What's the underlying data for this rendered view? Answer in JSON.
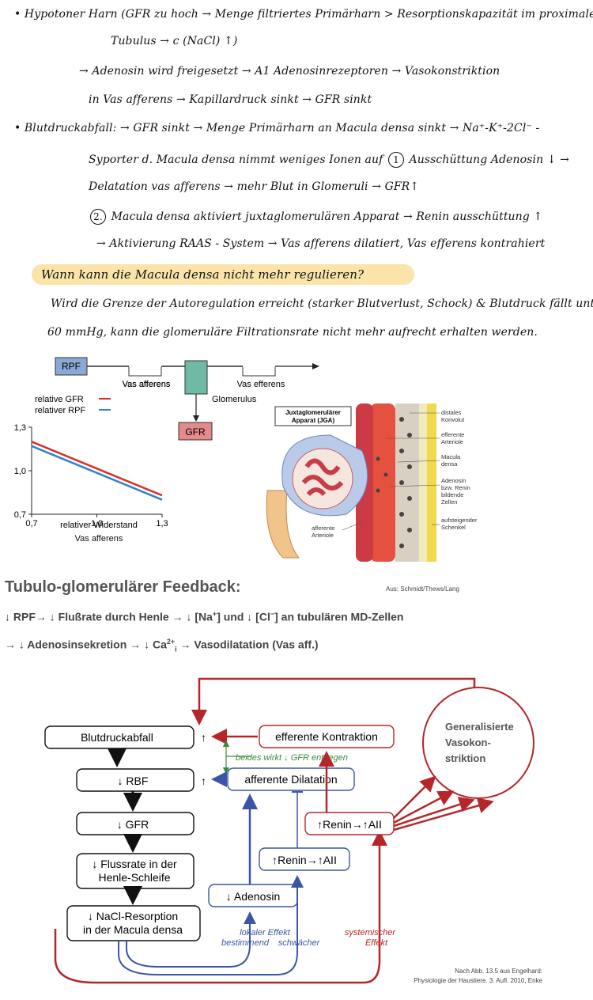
{
  "notes": {
    "line1": "• Hypotoner Harn (GFR zu hoch → Menge filtriertes Primärharn > Resorptionskapazität im proximalen",
    "line2": "Tubulus → c (NaCl) ↑)",
    "line3": "→ Adenosin wird freigesetzt → A1 Adenosinrezeptoren → Vasokonstriktion",
    "line4": "in Vas afferens → Kapillardruck sinkt → GFR sinkt",
    "line5": "• Blutdruckabfall: → GFR sinkt → Menge Primärharn an Macula densa sinkt → Na⁺-K⁺-2Cl⁻ -",
    "line6a": "Syporter d. Macula densa nimmt weniges Ionen auf",
    "line6_num": "1",
    "line6b": "Ausschüttung Adenosin ↓ →",
    "line7": "Delatation vas afferens → mehr Blut in Glomeruli → GFR↑",
    "line8_num": "2.",
    "line8": "Macula densa aktiviert juxtaglomerulären Apparat → Renin ausschüttung ↑",
    "line9": "→ Aktivierung RAAS - System → Vas afferens dilatiert, Vas efferens kontrahiert",
    "question": "Wann kann die Macula densa nicht mehr regulieren?",
    "answer1": "Wird die Grenze der Autoregulation erreicht (starker Blutverlust, Schock) & Blutdruck fällt unter",
    "answer2": "60 mmHg, kann die glomeruläre Filtrationsrate nicht mehr aufrecht erhalten werden."
  },
  "schematic": {
    "rpf": "RPF",
    "vas_afferens": "Vas afferens",
    "vas_efferens": "Vas efferens",
    "glomerulus": "Glomerulus",
    "gfr": "GFR",
    "colors": {
      "box": "#8aa9d4",
      "glom": "#6fbaa6",
      "gfr": "#e48a8a"
    }
  },
  "chart_data": {
    "type": "line",
    "xlabel": "relativer Widerstand Vas afferens",
    "xlabel_line1": "relativer Widerstand",
    "xlabel_line2": "Vas afferens",
    "x_ticks": [
      "0,7",
      "1,0",
      "1,3"
    ],
    "y_ticks": [
      "1,3",
      "1,0",
      "0,7"
    ],
    "xlim": [
      0.7,
      1.3
    ],
    "ylim": [
      0.7,
      1.3
    ],
    "legend_position": "top-left",
    "series": [
      {
        "name": "relative GFR",
        "color": "#d8312c",
        "x": [
          0.7,
          1.3
        ],
        "y": [
          1.2,
          0.83
        ]
      },
      {
        "name": "relativer RPF",
        "color": "#2f84c8",
        "x": [
          0.7,
          1.3
        ],
        "y": [
          1.17,
          0.8
        ]
      }
    ]
  },
  "anatomy": {
    "title_line1": "Juxtaglomerulärer",
    "title_line2": "Apparat (JGA)",
    "label_distal_1": "distales",
    "label_distal_2": "Konvolut",
    "label_eff_1": "efferente",
    "label_eff_2": "Arteriole",
    "label_macula_1": "Macula",
    "label_macula_2": "densa",
    "label_aden_1": "Adenosin",
    "label_aden_2": "bzw. Renin",
    "label_aden_3": "bildende",
    "label_aden_4": "Zellen",
    "label_auf_1": "aufsteigender",
    "label_auf_2": "Schenkel",
    "label_aff_1": "afferente",
    "label_aff_2": "Arteriole",
    "source": "Aus: Schmidt/Thews/Lang"
  },
  "feedback": {
    "heading": "Tubulo-glomerulärer Feedback:",
    "eq1_a": "↓ RPF→ ↓ Flußrate durch Henle → ↓ [Na",
    "eq1_sup1": "+",
    "eq1_b": "] und ↓ [Cl",
    "eq1_sup2": "−",
    "eq1_c": "] an tubulären MD-Zellen",
    "eq2_a": "→ ↓ Adenosinsekretion → ↓ Ca",
    "eq2_sup": "2+",
    "eq2_sub": "i",
    "eq2_b": " → Vasodilatation (Vas aff.)"
  },
  "flow": {
    "blutdruckabfall": "Blutdruckabfall",
    "rbf": "↓ RBF",
    "gfr": "↓ GFR",
    "fluss1": "↓ Flussrate in der",
    "fluss2": "Henle-Schleife",
    "nacl1": "↓ NaCl-Resorption",
    "nacl2": "in der Macula densa",
    "efferente": "efferente Kontraktion",
    "beides": "beides wirkt ↓ GFR entgegen",
    "afferente": "afferente Dilatation",
    "renin_sys": "↑Renin→↑AII",
    "renin_lok": "↑Renin→↑AII",
    "adenosin": "↓ Adenosin",
    "gen1": "Generalisierte",
    "gen2": "Vasokon-",
    "gen3": "striktion",
    "lokal": "lokaler Effekt",
    "bestimmend": "bestimmend",
    "schwaecher": "schwächer",
    "systemisch1": "systemischer",
    "systemisch2": "Effekt",
    "up_arrow": "↑",
    "source1": "Nach Abb. 13.5 aus Engelhard:",
    "source2": "Physiologie der Haustiere. 3. Aufl. 2010, Enke",
    "colors": {
      "red": "#b5262a",
      "blue": "#3b56a6",
      "green": "#3d8a3d"
    }
  }
}
